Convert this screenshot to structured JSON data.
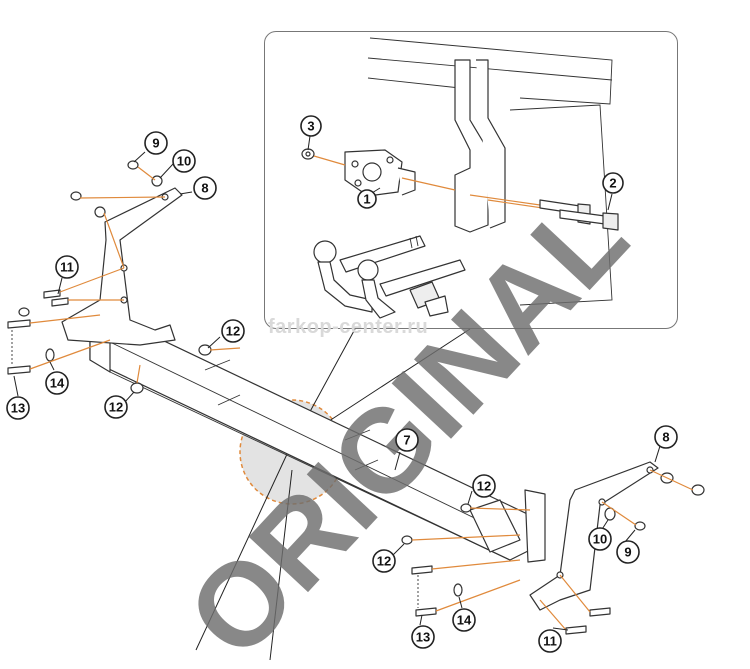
{
  "watermark": {
    "text": "ORIGINAL",
    "site": "farkop-center.ru"
  },
  "callouts": {
    "c1": "1",
    "c2": "2",
    "c3": "3",
    "c7": "7",
    "c8a": "8",
    "c8b": "8",
    "c9a": "9",
    "c9b": "9",
    "c10a": "10",
    "c10b": "10",
    "c11a": "11",
    "c11b": "11",
    "c12a": "12",
    "c12b": "12",
    "c12c": "12",
    "c12d": "12",
    "c13a": "13",
    "c13b": "13",
    "c14a": "14",
    "c14b": "14"
  },
  "colors": {
    "dash": "#e08a3c",
    "ink": "#333333",
    "watermark": "#6e6e6e",
    "zoom": "#e0e0e0"
  }
}
